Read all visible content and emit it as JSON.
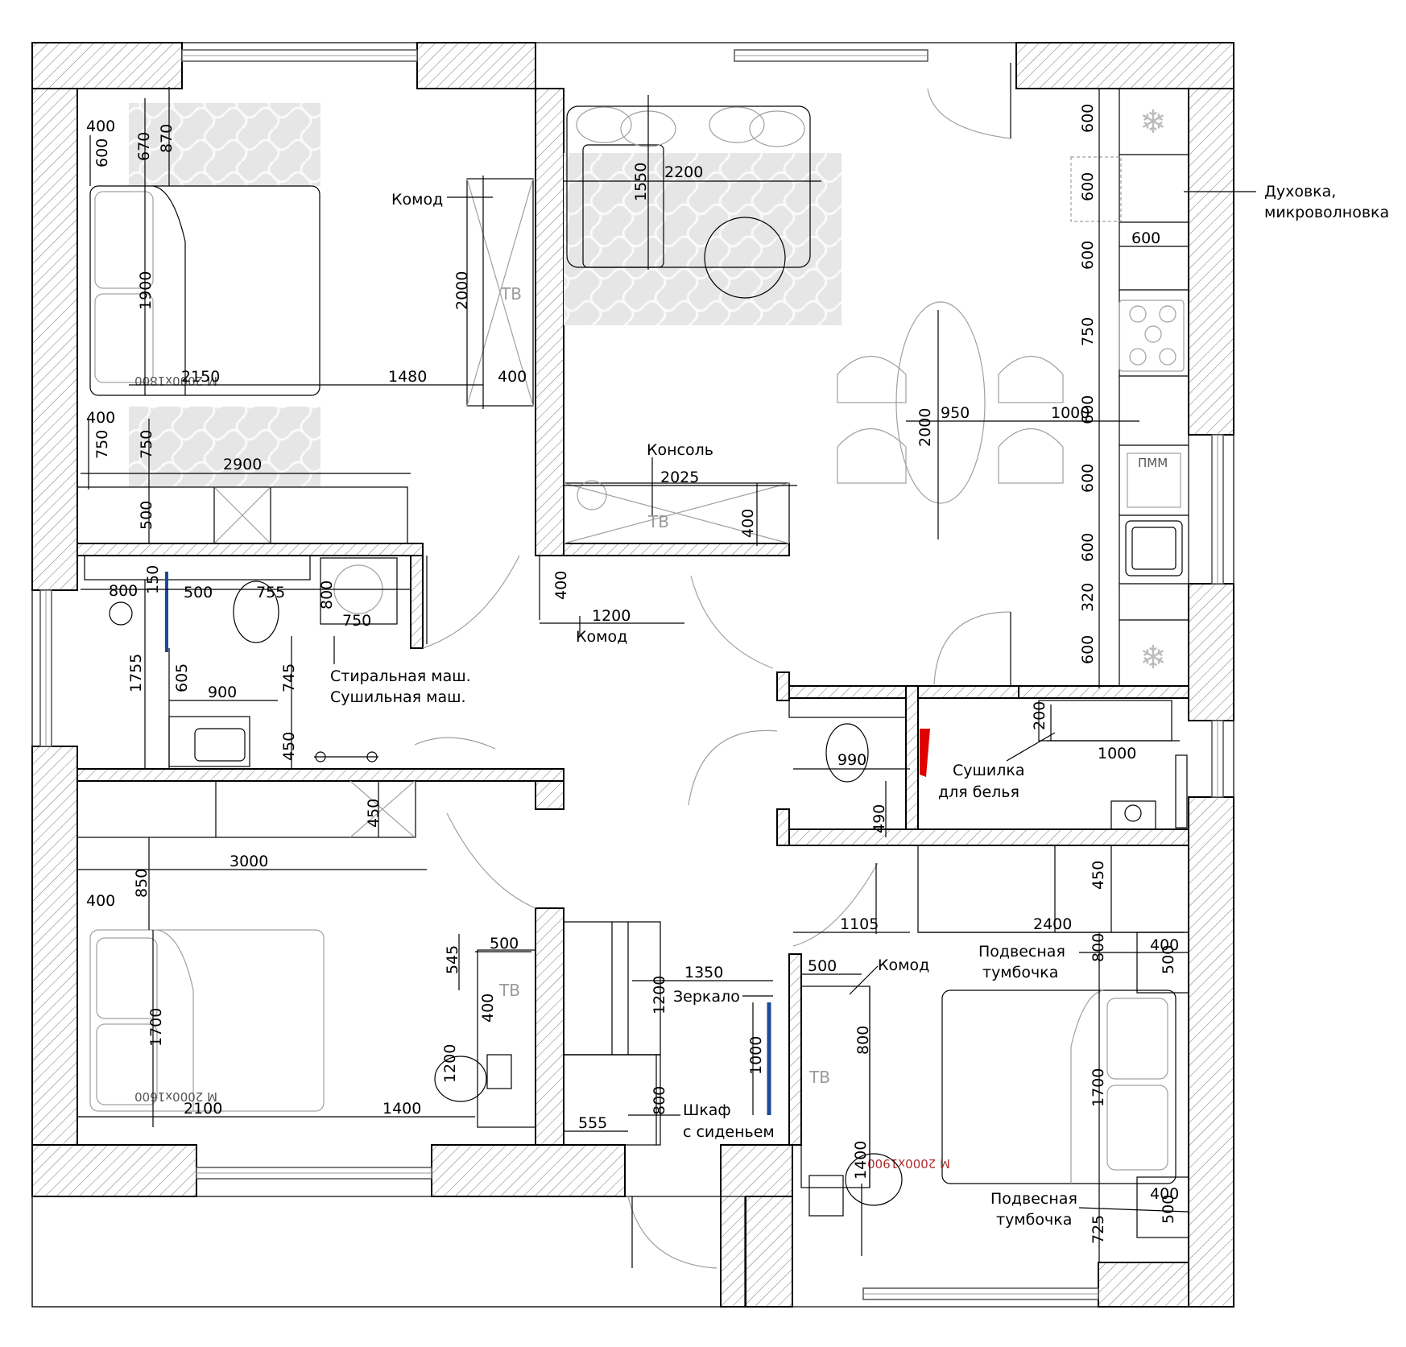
{
  "labels": {
    "komod_top": "Комод",
    "tv_bed1": "ТВ",
    "konsol": "Консоль",
    "tv_living": "ТВ",
    "komod_hall": "Комод",
    "washer": "Стиральная маш.",
    "dryer": "Сушильная маш.",
    "oven_1": "Духовка,",
    "oven_2": "микроволновка",
    "laundry_1": "Сушилка",
    "laundry_2": "для белья",
    "tv_bed2": "ТВ",
    "mirror": "Зеркало",
    "wardrobe_1": "Шкаф",
    "wardrobe_2": "с сиденьем",
    "komod_bed3": "Комод",
    "tv_bed3": "ТВ",
    "nightstand_top_1": "Подвесная",
    "nightstand_top_2": "тумбочка",
    "nightstand_bot_1": "Подвесная",
    "nightstand_bot_2": "тумбочка",
    "bed1_size": "M 2000x1800",
    "bed2_size": "M 2000x1600",
    "bed3_size": "M 2000x1900",
    "dishwasher": "ПММ"
  },
  "dimensions": {
    "d400_a": "400",
    "d600_a": "600",
    "d670": "670",
    "d870": "870",
    "d1900": "1900",
    "d2150": "2150",
    "d1480": "1480",
    "d400_b": "400",
    "d2000_komod": "2000",
    "d400_c": "400",
    "d750_a": "750",
    "d750_b": "750",
    "d2900": "2900",
    "d500_a": "500",
    "d2200": "2200",
    "d1550": "1550",
    "d600_k1": "600",
    "d600_k2": "600",
    "d600_k3": "600",
    "d600_k4": "600",
    "d750_k": "750",
    "d600_k5": "600",
    "d600_k6": "600",
    "d600_k7": "600",
    "d320": "320",
    "d600_k8": "600",
    "d2000_table": "2000",
    "d950": "950",
    "d1000_a": "1000",
    "d2025": "2025",
    "d400_cons": "400",
    "d400_komod": "400",
    "d1200_komod": "1200",
    "d800_a": "800",
    "d150": "150",
    "d500_b": "500",
    "d755": "755",
    "d800_b": "800",
    "d750_c": "750",
    "d1755": "1755",
    "d605": "605",
    "d900": "900",
    "d745": "745",
    "d450_a": "450",
    "d200": "200",
    "d1000_b": "1000",
    "d990": "990",
    "d490": "490",
    "d450_b": "450",
    "d3000": "3000",
    "d400_d": "400",
    "d850": "850",
    "d1700_a": "1700",
    "d2100": "2100",
    "d1400_a": "1400",
    "d545": "545",
    "d500_c": "500",
    "d400_e": "400",
    "d1200_chair": "1200",
    "d1200_w": "1200",
    "d1350": "1350",
    "d1000_mirror": "1000",
    "d800_w": "800",
    "d555": "555",
    "d1105": "1105",
    "d2400": "2400",
    "d450_c": "450",
    "d500_komod": "500",
    "d800_komod": "800",
    "d1400_b": "1400",
    "d800_c": "800",
    "d400_f": "400",
    "d500_d": "500",
    "d1700_b": "1700",
    "d400_g": "400",
    "d500_e": "500",
    "d725": "725"
  }
}
